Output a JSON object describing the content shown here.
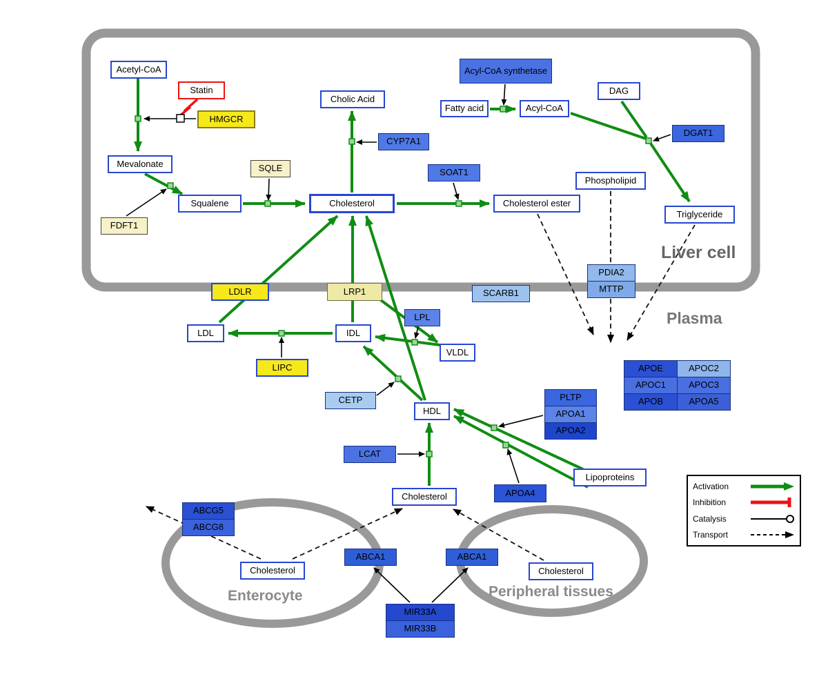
{
  "compartments": {
    "liver": "Liver cell",
    "plasma": "Plasma",
    "enterocyte": "Enterocyte",
    "peripheral": "Peripheral tissues"
  },
  "legend": {
    "activation": "Activation",
    "inhibition": "Inhibition",
    "catalysis": "Catalysis",
    "transport": "Transport"
  },
  "nodes": {
    "acetyl_coa": "Acetyl-CoA",
    "statin": "Statin",
    "hmgcr": "HMGCR",
    "mevalonate": "Mevalonate",
    "sqle": "SQLE",
    "fdft1": "FDFT1",
    "squalene": "Squalene",
    "cholic_acid": "Cholic Acid",
    "cyp7a1": "CYP7A1",
    "cholesterol_liver": "Cholesterol",
    "soat1": "SOAT1",
    "cholesterol_ester": "Cholesterol ester",
    "acyl_coa_synthetase": "Acyl-CoA synthetase",
    "fatty_acid": "Fatty acid",
    "acyl_coa": "Acyl-CoA",
    "dag": "DAG",
    "dgat1": "DGAT1",
    "phospholipid": "Phospholipid",
    "triglyceride": "Triglyceride",
    "pdia2": "PDIA2",
    "mttp": "MTTP",
    "ldlr": "LDLR",
    "lrp1": "LRP1",
    "scarb1": "SCARB1",
    "ldl": "LDL",
    "idl": "IDL",
    "lpl": "LPL",
    "vldl": "VLDL",
    "lipc": "LIPC",
    "cetp": "CETP",
    "hdl": "HDL",
    "pltp": "PLTP",
    "apoa1": "APOA1",
    "apoa2": "APOA2",
    "lcat": "LCAT",
    "apoa4": "APOA4",
    "lipoproteins": "Lipoproteins",
    "apoe": "APOE",
    "apoc2": "APOC2",
    "apoc1": "APOC1",
    "apoc3": "APOC3",
    "apob": "APOB",
    "apoa5": "APOA5",
    "cholesterol_plasma": "Cholesterol",
    "abcg5": "ABCG5",
    "abcg8": "ABCG8",
    "abca1_enterocyte": "ABCA1",
    "abca1_peripheral": "ABCA1",
    "cholesterol_enterocyte": "Cholesterol",
    "cholesterol_peripheral": "Cholesterol",
    "mir33a": "MIR33A",
    "mir33b": "MIR33B"
  },
  "colors": {
    "activation_green": "#0f8d12",
    "inhibition_red": "#ee1111",
    "membrane_gray": "#999999",
    "metabolite_border_blue": "#2746cf",
    "gene_blue": "#3a66e0",
    "bright_yellow": "#f7e81c",
    "pale_yellow": "#f6f1c6"
  }
}
